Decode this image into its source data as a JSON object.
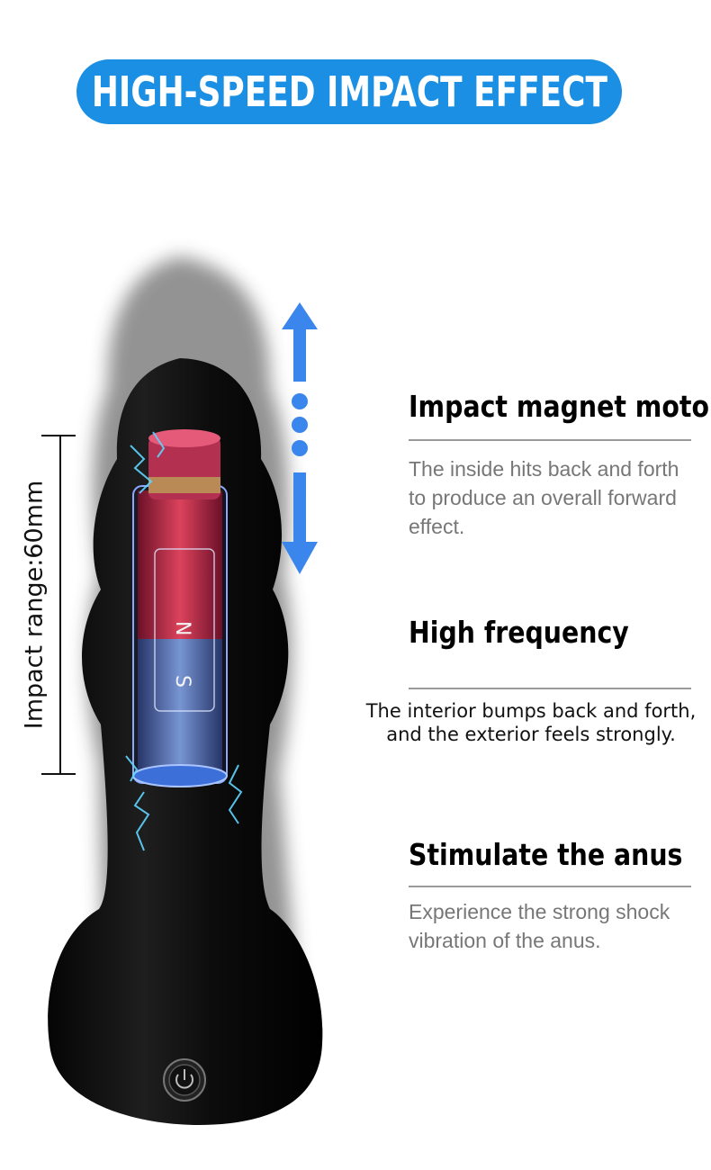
{
  "banner": {
    "title": "HIGH-SPEED IMPACT EFFECT"
  },
  "range_label": "Impact range:60mm",
  "features": [
    {
      "title": "Impact magnet motor",
      "desc": "The inside hits back and forth to produce an overall forward effect."
    },
    {
      "title": "High frequency",
      "desc": "The interior bumps back and forth, and the exterior feels strongly."
    },
    {
      "title": "Stimulate the anus",
      "desc": "Experience the strong shock vibration of the anus."
    }
  ],
  "colors": {
    "banner": "#1a8fe3",
    "arrow": "#3b86ec",
    "product": "#111111",
    "magnet_red": "#e8304a",
    "magnet_blue": "#5a8ee0"
  }
}
